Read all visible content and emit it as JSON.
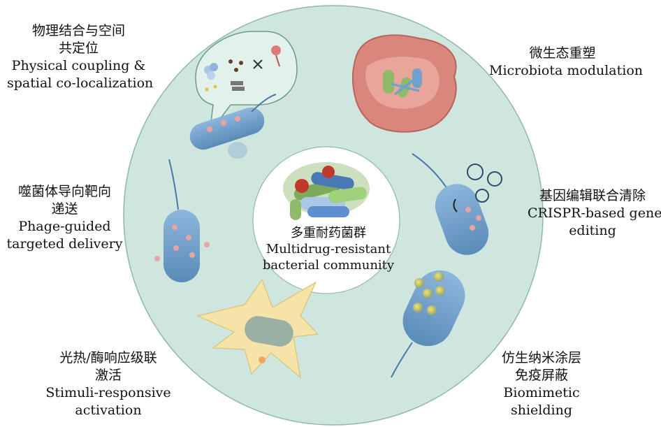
{
  "center": {
    "zh": "多重耐药菌群",
    "en1": "Multidrug-resistant",
    "en2": "bacterial community"
  },
  "strategies": [
    {
      "zh1": "物理结合与空间",
      "zh2": "共定位",
      "en1": "Physical coupling &",
      "en2": "spatial co-localization"
    },
    {
      "zh1": "微生态重塑",
      "en1": "Microbiota modulation"
    },
    {
      "zh1": "噬菌体导向靶向",
      "zh2": "递送",
      "en1": "Phage-guided",
      "en2": "targeted delivery"
    },
    {
      "zh1": "基因编辑联合清除",
      "en1": "CRISPR-based gene",
      "en2": "editing"
    },
    {
      "zh1": "光热/酶响应级联",
      "zh2": "激活",
      "en1": "Stimuli-responsive",
      "en2": "activation"
    },
    {
      "zh1": "仿生纳米涂层",
      "zh2": "免疫屏蔽",
      "en1": "Biomimetic",
      "en2": "shielding"
    }
  ],
  "colors": {
    "ring": "#cfe6df",
    "ring_stroke": "#8fb8ab",
    "bacterium": "#6f9fc9",
    "nano": "#e8a3a3",
    "intestine": "#d9867d",
    "burst": "#f5e3a8"
  },
  "icons": [
    "bacterium-icon",
    "phage-icon",
    "nanoparticle-icon",
    "intestine-icon",
    "plasmid-icon",
    "burst-icon"
  ]
}
